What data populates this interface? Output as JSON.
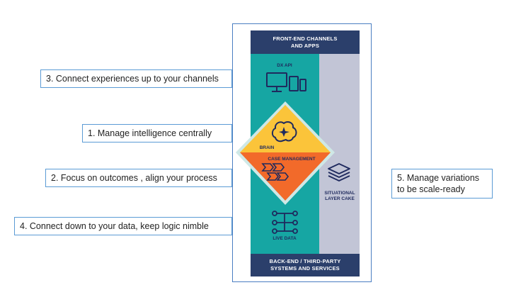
{
  "callouts": {
    "c3": "3. Connect experiences up to your channels",
    "c1": "1. Manage intelligence centrally",
    "c2": "2. Focus on outcomes , align your process",
    "c4": "4. Connect down to your data, keep logic nimble",
    "c5_line1": "5. Manage variations",
    "c5_line2": "to be scale-ready"
  },
  "numbers": {
    "n3": "3",
    "n1": "1",
    "n2": "2",
    "n4": "4",
    "n5": "5"
  },
  "diagram": {
    "top_bar_line1": "FRONT-END CHANNELS",
    "top_bar_line2": "AND APPS",
    "dx_api": "DX API",
    "brain": "BRAIN",
    "case_management": "CASE MANAGEMENT",
    "live_data": "LIVE DATA",
    "layer_cake_line1": "SITUATIONAL",
    "layer_cake_line2": "LAYER CAKE",
    "bottom_bar_line1": "BACK-END / THIRD-PARTY",
    "bottom_bar_line2": "SYSTEMS AND SERVICES"
  },
  "colors": {
    "navy": "#2b3f6b",
    "teal": "#16a6a3",
    "grey": "#c2c5d6",
    "yellow": "#fbc43a",
    "orange": "#f26a2a",
    "callout_border": "#5b9bd5"
  },
  "icons": [
    "devices-icon",
    "brain-icon",
    "process-arrows-icon",
    "layers-icon",
    "data-network-icon"
  ]
}
